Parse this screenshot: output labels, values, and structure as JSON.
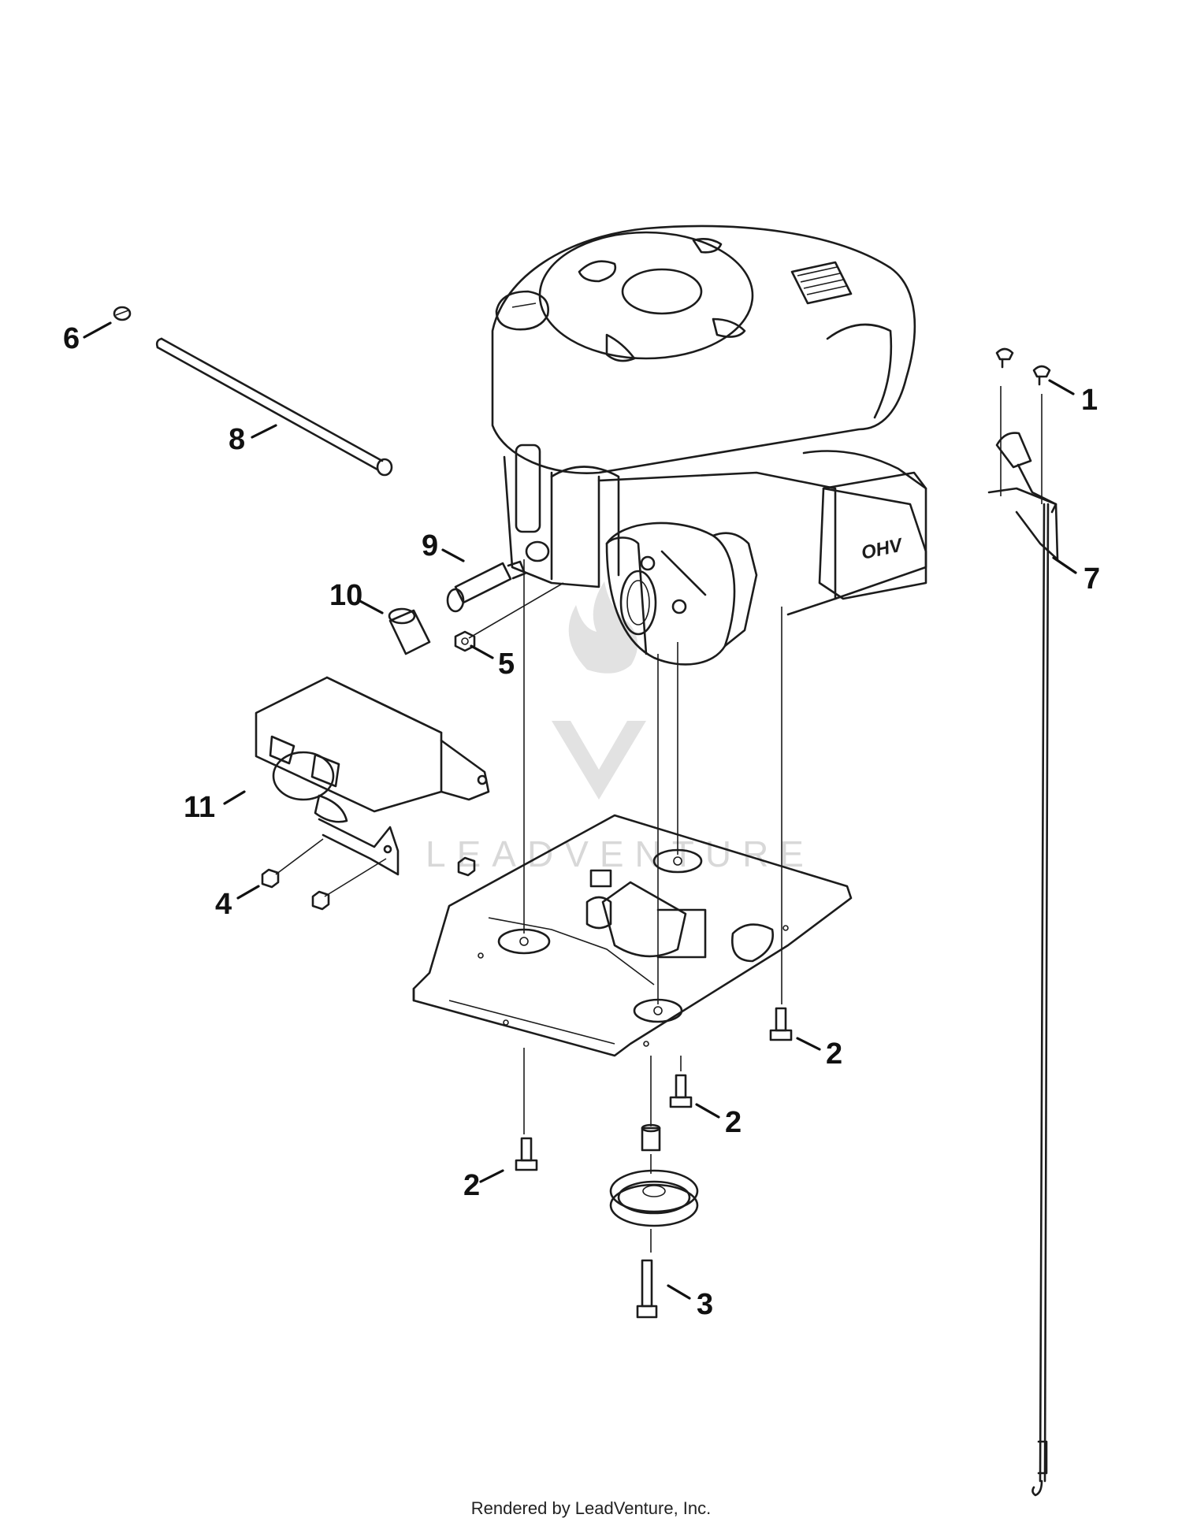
{
  "diagram": {
    "callouts": [
      {
        "id": "1",
        "label": "1"
      },
      {
        "id": "2",
        "label": "2"
      },
      {
        "id": "3",
        "label": "3"
      },
      {
        "id": "4",
        "label": "4"
      },
      {
        "id": "5",
        "label": "5"
      },
      {
        "id": "6",
        "label": "6"
      },
      {
        "id": "7",
        "label": "7"
      },
      {
        "id": "8",
        "label": "8"
      },
      {
        "id": "9",
        "label": "9"
      },
      {
        "id": "10",
        "label": "10"
      },
      {
        "id": "11",
        "label": "11"
      }
    ],
    "engine_badge": "OHV",
    "watermark": "LEADVENTURE"
  },
  "footer": {
    "text": "Rendered by LeadVenture, Inc."
  },
  "colors": {
    "line": "#1c1c1c",
    "background": "#ffffff",
    "watermark": "#d8d8d8"
  }
}
